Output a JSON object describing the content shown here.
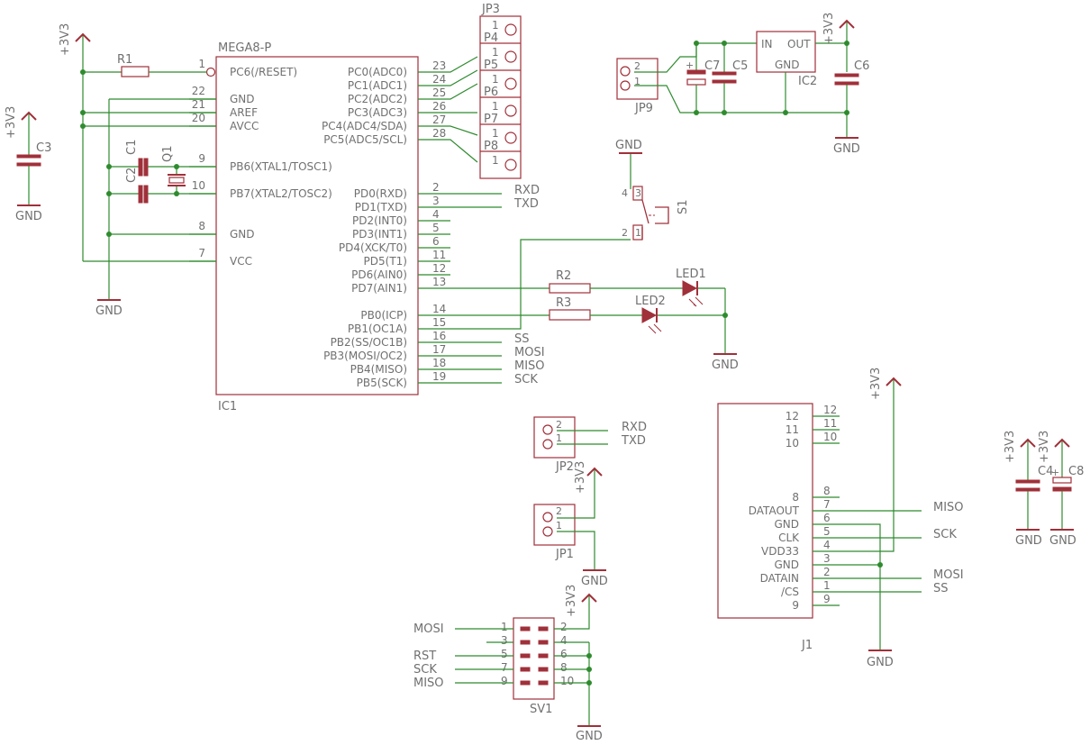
{
  "ic1": {
    "part": "MEGA8-P",
    "name": "IC1",
    "left_pins": [
      {
        "num": "1",
        "name": "PC6(/RESET)"
      },
      {
        "num": "22",
        "name": "GND"
      },
      {
        "num": "21",
        "name": "AREF"
      },
      {
        "num": "20",
        "name": "AVCC"
      },
      {
        "num": "9",
        "name": "PB6(XTAL1/TOSC1)"
      },
      {
        "num": "10",
        "name": "PB7(XTAL2/TOSC2)"
      },
      {
        "num": "8",
        "name": "GND"
      },
      {
        "num": "7",
        "name": "VCC"
      }
    ],
    "right_pins": [
      {
        "num": "23",
        "name": "PC0(ADC0)"
      },
      {
        "num": "24",
        "name": "PC1(ADC1)"
      },
      {
        "num": "25",
        "name": "PC2(ADC2)"
      },
      {
        "num": "26",
        "name": "PC3(ADC3)"
      },
      {
        "num": "27",
        "name": "PC4(ADC4/SDA)"
      },
      {
        "num": "28",
        "name": "PC5(ADC5/SCL)"
      },
      {
        "num": "2",
        "name": "PD0(RXD)"
      },
      {
        "num": "3",
        "name": "PD1(TXD)"
      },
      {
        "num": "4",
        "name": "PD2(INT0)"
      },
      {
        "num": "5",
        "name": "PD3(INT1)"
      },
      {
        "num": "6",
        "name": "PD4(XCK/T0)"
      },
      {
        "num": "11",
        "name": "PD5(T1)"
      },
      {
        "num": "12",
        "name": "PD6(AIN0)"
      },
      {
        "num": "13",
        "name": "PD7(AIN1)"
      },
      {
        "num": "14",
        "name": "PB0(ICP)"
      },
      {
        "num": "15",
        "name": "PB1(OC1A)"
      },
      {
        "num": "16",
        "name": "PB2(SS/OC1B)"
      },
      {
        "num": "17",
        "name": "PB3(MOSI/OC2)"
      },
      {
        "num": "18",
        "name": "PB4(MISO)"
      },
      {
        "num": "19",
        "name": "PB5(SCK)"
      }
    ]
  },
  "nets": {
    "rxd": "RXD",
    "txd": "TXD",
    "ss": "SS",
    "mosi": "MOSI",
    "miso": "MISO",
    "sck": "SCK",
    "rst": "RST",
    "gnd": "GND",
    "v33": "+3V3"
  },
  "parts": {
    "r1": "R1",
    "r2": "R2",
    "r3": "R3",
    "c1": "C1",
    "c2": "C2",
    "c3": "C3",
    "c4": "C4",
    "c5": "C5",
    "c6": "C6",
    "c7": "C7",
    "c8": "C8",
    "q1": "Q1",
    "ic2": "IC2",
    "ic2_in": "IN",
    "ic2_out": "OUT",
    "ic2_gnd": "GND",
    "led1": "LED1",
    "led2": "LED2",
    "s1": "S1",
    "jp1": "JP1",
    "jp2": "JP2",
    "jp3": "JP3",
    "jp9": "JP9",
    "sv1": "SV1",
    "j1": "J1",
    "p4": "P4",
    "p5": "P5",
    "p6": "P6",
    "p7": "P7",
    "p8": "P8"
  },
  "pin_numbers": {
    "one": "1",
    "two": "2",
    "three": "3",
    "four": "4",
    "five": "5",
    "six": "6",
    "seven": "7",
    "eight": "8",
    "nine": "9",
    "ten": "10",
    "eleven": "11",
    "twelve": "12"
  },
  "j1_pins": [
    {
      "num": "12",
      "name": "12",
      "y": 0
    },
    {
      "num": "11",
      "name": "11",
      "y": 0
    },
    {
      "num": "10",
      "name": "10",
      "y": 0
    },
    {
      "num": "8",
      "name": "8",
      "y": 0
    },
    {
      "num": "7",
      "name": "DATAOUT",
      "y": 0
    },
    {
      "num": "6",
      "name": "GND",
      "y": 0
    },
    {
      "num": "5",
      "name": "CLK",
      "y": 0
    },
    {
      "num": "4",
      "name": "VDD33",
      "y": 0
    },
    {
      "num": "3",
      "name": "GND",
      "y": 0
    },
    {
      "num": "2",
      "name": "DATAIN",
      "y": 0
    },
    {
      "num": "1",
      "name": "/CS",
      "y": 0
    },
    {
      "num": "9",
      "name": "9",
      "y": 0
    }
  ],
  "colors": {
    "wire": "#2e8b2e",
    "symbol": "#a0303a",
    "text": "#707070"
  }
}
